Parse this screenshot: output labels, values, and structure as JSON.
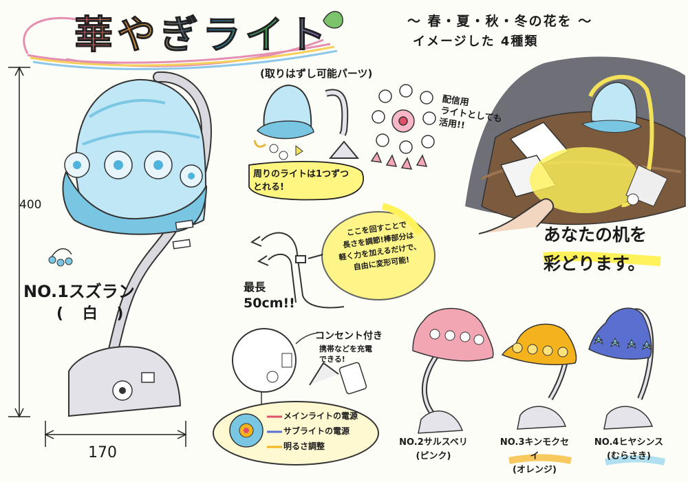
{
  "title": "華やぎライト",
  "subtitle": {
    "line1": "〜 春・夏・秋・冬の花を 〜",
    "line2": "イメージした 4種類"
  },
  "dimensions": {
    "height": "400",
    "width": "170"
  },
  "main_lamp": {
    "model": "NO.1スズラン",
    "color": "( 白 )"
  },
  "removable_parts": "(取りはずし可能パーツ)",
  "distribution": {
    "line1": "配信用",
    "line2": "ライトとしても",
    "line3": "活用!!"
  },
  "surrounding_lights_note": {
    "line1": "周りのライトは1つずつ",
    "line2": "とれる!"
  },
  "adjust_note": {
    "line1": "ここを回すことで",
    "line2": "長さを調節!棒部分は",
    "line3": "軽く力を加えるだけで、",
    "line4": "自由に変形可能!"
  },
  "max_length": {
    "label": "最長",
    "value": "50cm!!"
  },
  "outlet": {
    "title": "コンセント付き",
    "line1": "携帯などを充電",
    "line2": "できる!"
  },
  "switch_panel": {
    "main": "メインライトの電源",
    "sub": "サブライトの電源",
    "brightness": "明るさ調整"
  },
  "desk_message": {
    "line1": "あなたの机を",
    "line2": "彩どります。"
  },
  "variants": [
    {
      "model": "NO.2サルスベリ",
      "color": "(ピンク)",
      "hex": "#e88a9a"
    },
    {
      "model": "NO.3キンモクセイ",
      "color": "(オレンジ)",
      "hex": "#f4b21c"
    },
    {
      "model": "NO.4ヒヤシンス",
      "color": "(むらさき)",
      "hex": "#5a6fd0"
    }
  ],
  "colors": {
    "blue_shade": "#8ed3ec",
    "pink": "#e88a9a",
    "orange": "#f4b21c",
    "purple": "#5a6fd0",
    "highlight_yellow": "#fff25a",
    "night_gray": "#6f6f78"
  }
}
